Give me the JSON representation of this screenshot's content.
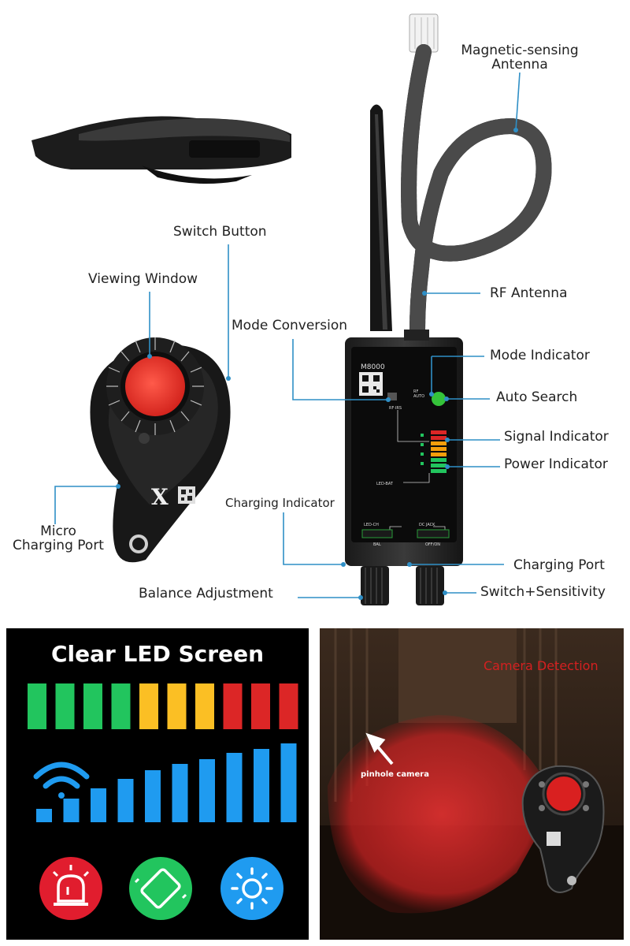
{
  "labels": {
    "magnetic_antenna": "Magnetic-sensing\nAntenna",
    "switch_button": "Switch Button",
    "viewing_window": "Viewing Window",
    "rf_antenna": "RF Antenna",
    "mode_conversion": "Mode Conversion",
    "mode_indicator": "Mode Indicator",
    "auto_search": "Auto Search",
    "signal_indicator": "Signal Indicator",
    "power_indicator": "Power Indicator",
    "charging_indicator": "Charging Indicator",
    "micro_charging_port": "Micro\nCharging Port",
    "charging_port": "Charging Port",
    "balance_adjustment": "Balance Adjustment",
    "switch_sensitivity": "Switch+Sensitivity"
  },
  "device": {
    "model": "M8000",
    "rf_label": "RF\nAUTO",
    "rf_ir": "RF·IRS",
    "led_bat": "LED-BAT",
    "led_ch": "LED-CH",
    "dc_jack": "DC JACK",
    "bal": "BAL",
    "off_on": "OFF/ON"
  },
  "led_panel": {
    "title": "Clear LED Screen",
    "bar_colors": [
      "#22c55e",
      "#22c55e",
      "#22c55e",
      "#22c55e",
      "#fbbf24",
      "#fbbf24",
      "#fbbf24",
      "#dc2626",
      "#dc2626",
      "#dc2626"
    ],
    "signal_levels": [
      0.17,
      0.3,
      0.43,
      0.55,
      0.66,
      0.74,
      0.8,
      0.88,
      0.93,
      1.0
    ],
    "signal_color": "#1f9bf0",
    "icons": [
      {
        "name": "alarm-light-icon",
        "color": "#e11d2e"
      },
      {
        "name": "vibration-phone-icon",
        "color": "#22c55e"
      },
      {
        "name": "brightness-icon",
        "color": "#1f9bf0"
      }
    ]
  },
  "camera_panel": {
    "title": "Camera Detection",
    "pinhole": "pinhole camera"
  }
}
